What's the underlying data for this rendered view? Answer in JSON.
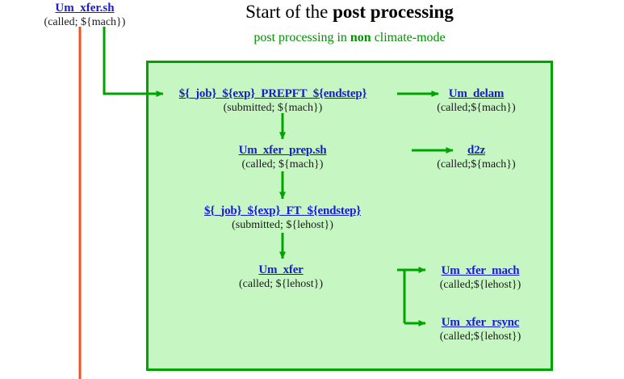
{
  "title": {
    "prefix": "Start of the ",
    "emphasis": "post processing"
  },
  "subtitle": {
    "prefix": "post processing in ",
    "emphasis": "non",
    "suffix": " climate-mode"
  },
  "colors": {
    "panel_fill": "#c6f7c3",
    "panel_border": "#00a400",
    "edge_green": "#00a400",
    "node_link": "#1a1ad0",
    "status_text": "#1a1a1a",
    "subtitle_green": "#009000",
    "external_line_orange": "#f4511e"
  },
  "external_node": {
    "name": "Um_xfer.sh",
    "status": "(called; ${mach})"
  },
  "panel": {
    "nodes": [
      {
        "id": "prepft",
        "name": "${_job}_${exp}_PREPFT_${endstep}",
        "status": "(submitted; ${mach})"
      },
      {
        "id": "xfer_prep",
        "name": "Um_xfer_prep.sh",
        "status": "(called; ${mach})"
      },
      {
        "id": "ft",
        "name": "${_job}_${exp}_FT_${endstep}",
        "status": "(submitted; ${lehost})"
      },
      {
        "id": "xfer",
        "name": "Um_xfer",
        "status": "(called; ${lehost})"
      },
      {
        "id": "delam",
        "name": "Um_delam",
        "status": "(called;${mach})"
      },
      {
        "id": "d2z",
        "name": "d2z",
        "status": "(called;${mach})"
      },
      {
        "id": "xfer_mach",
        "name": "Um_xfer_mach",
        "status": "(called;${lehost})"
      },
      {
        "id": "xfer_rsync",
        "name": "Um_xfer_rsync",
        "status": "(called;${lehost})"
      }
    ],
    "edges": [
      {
        "from": "Um_xfer.sh",
        "to": "${_job}_${exp}_PREPFT_${endstep}"
      },
      {
        "from": "${_job}_${exp}_PREPFT_${endstep}",
        "to": "Um_delam"
      },
      {
        "from": "${_job}_${exp}_PREPFT_${endstep}",
        "to": "Um_xfer_prep.sh"
      },
      {
        "from": "Um_xfer_prep.sh",
        "to": "d2z"
      },
      {
        "from": "Um_xfer_prep.sh",
        "to": "${_job}_${exp}_FT_${endstep}"
      },
      {
        "from": "${_job}_${exp}_FT_${endstep}",
        "to": "Um_xfer"
      },
      {
        "from": "Um_xfer",
        "to": "Um_xfer_mach"
      },
      {
        "from": "Um_xfer",
        "to": "Um_xfer_rsync"
      }
    ]
  }
}
